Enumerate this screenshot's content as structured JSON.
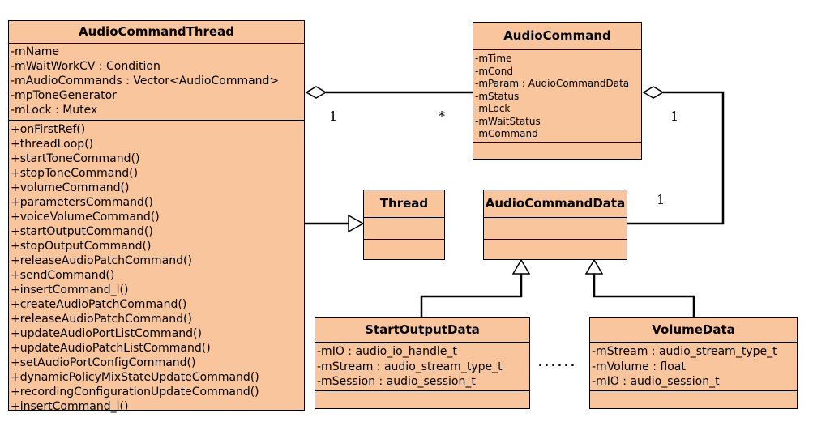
{
  "classes": {
    "audio_command_thread": {
      "name": "AudioCommandThread",
      "attributes": [
        "-mName",
        "-mWaitWorkCV : Condition",
        "-mAudioCommands : Vector<AudioCommand>",
        "-mpToneGenerator",
        "-mLock : Mutex"
      ],
      "operations": [
        "+onFirstRef()",
        "+threadLoop()",
        "+startToneCommand()",
        "+stopToneCommand()",
        "+volumeCommand()",
        "+parametersCommand()",
        "+voiceVolumeCommand()",
        "+startOutputCommand()",
        "+stopOutputCommand()",
        "+releaseAudioPatchCommand()",
        "+sendCommand()",
        "+insertCommand_l()",
        "+createAudioPatchCommand()",
        "+releaseAudioPatchCommand()",
        "+updateAudioPortListCommand()",
        "+updateAudioPatchListCommand()",
        "+setAudioPortConfigCommand()",
        "+dynamicPolicyMixStateUpdateCommand()",
        "+recordingConfigurationUpdateCommand()",
        "+insertCommand_l()"
      ]
    },
    "audio_command": {
      "name": "AudioCommand",
      "attributes": [
        "-mTime",
        "-mCond",
        "-mParam : AudioCommandData",
        "-mStatus",
        "-mLock",
        "-mWaitStatus",
        "-mCommand"
      ]
    },
    "thread": {
      "name": "Thread"
    },
    "audio_command_data": {
      "name": "AudioCommandData"
    },
    "start_output_data": {
      "name": "StartOutputData",
      "attributes": [
        "-mIO : audio_io_handle_t",
        "-mStream : audio_stream_type_t",
        "-mSession : audio_session_t"
      ]
    },
    "volume_data": {
      "name": "VolumeData",
      "attributes": [
        "-mStream : audio_stream_type_t",
        "-mVolume : float",
        "-mIO : audio_session_t"
      ]
    }
  },
  "multiplicities": {
    "thread_to_command_source": "1",
    "thread_to_command_target": "*",
    "command_to_data_source": "1",
    "command_to_data_target": "1"
  },
  "ellipsis": "......"
}
